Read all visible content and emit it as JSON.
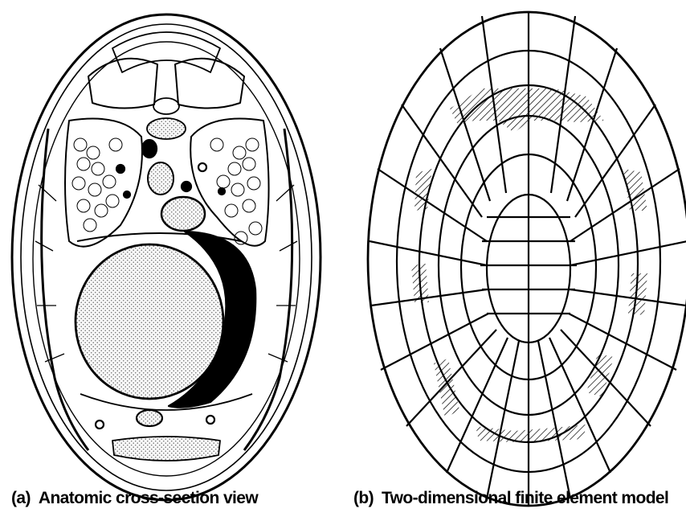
{
  "panels": [
    {
      "tag": "(a)",
      "caption": "Anatomic cross-section view"
    },
    {
      "tag": "(b)",
      "caption": "Two-dimensional finite element model"
    }
  ]
}
